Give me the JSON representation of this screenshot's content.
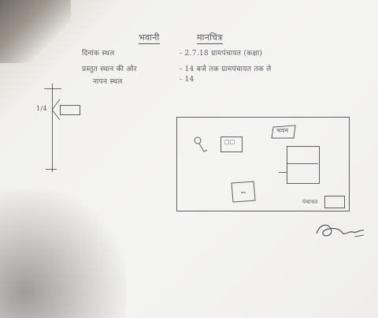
{
  "notes": {
    "title_left": "भवानी",
    "title_right": "मानचित्र",
    "rows": [
      {
        "label": "दिनांक स्थल",
        "value": "- 2.7.18 ग्रामपंचायत (कक्षा)"
      },
      {
        "label": "प्रस्तुत स्थान की ओर",
        "value": "- 14 बजे तक ग्रामपंचायत तक ले"
      },
      {
        "label": "नापन स्थल",
        "value": "- 14"
      }
    ],
    "scale_label": "1/4"
  },
  "map": {
    "top_right_label": "भवन",
    "bottom_right_label": "पंचायत"
  },
  "signature": {
    "text": "signature"
  }
}
